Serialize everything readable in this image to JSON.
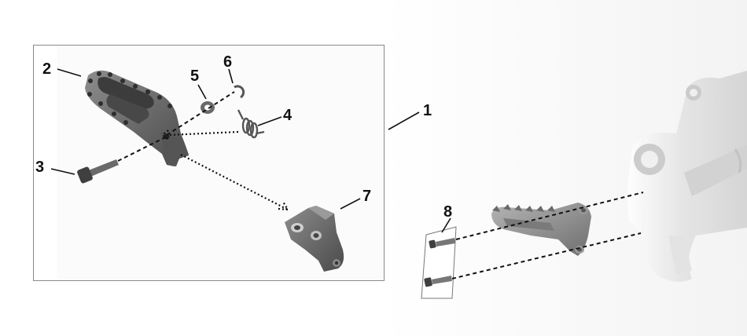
{
  "callouts": [
    "1",
    "2",
    "3",
    "4",
    "5",
    "6",
    "7",
    "8"
  ],
  "colors": {
    "frame": "#8a8a8a",
    "part_dark": "#555555",
    "part_mid": "#7a7a7a",
    "part_light": "#a8a8a8",
    "ghost": "#d8d8d8",
    "ink": "#111111"
  }
}
